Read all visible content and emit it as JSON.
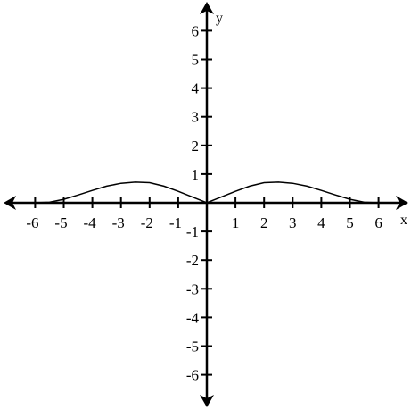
{
  "chart_data": {
    "type": "line",
    "title": "",
    "xlabel": "x",
    "ylabel": "y",
    "xlim": [
      -6.5,
      6.5
    ],
    "ylim": [
      -6.5,
      6.5
    ],
    "x_ticks": [
      -6,
      -5,
      -4,
      -3,
      -2,
      -1,
      1,
      2,
      3,
      4,
      5,
      6
    ],
    "y_ticks": [
      -6,
      -5,
      -4,
      -3,
      -2,
      -1,
      1,
      2,
      3,
      4,
      5,
      6
    ],
    "x_tick_labels": [
      "-6",
      "-5",
      "-4",
      "-3",
      "-2",
      "-1",
      "1",
      "2",
      "3",
      "4",
      "5",
      "6"
    ],
    "y_tick_labels": [
      "-6",
      "-5",
      "-4",
      "-3",
      "-2",
      "-1",
      "1",
      "2",
      "3",
      "4",
      "5",
      "6"
    ],
    "grid": false,
    "series": [
      {
        "x": [
          -6.0,
          -5.5,
          -5.0,
          -4.5,
          -4.0,
          -3.5,
          -3.0,
          -2.5,
          -2.0,
          -1.5,
          -1.0,
          -0.5,
          0,
          0.5,
          1.0,
          1.5,
          2.0,
          2.5,
          3.0,
          3.5,
          4.0,
          4.5,
          5.0,
          5.5,
          6.0
        ],
        "y": [
          0.0,
          0.02,
          0.12,
          0.27,
          0.43,
          0.58,
          0.68,
          0.72,
          0.7,
          0.58,
          0.4,
          0.2,
          0.0,
          0.2,
          0.4,
          0.58,
          0.7,
          0.72,
          0.68,
          0.58,
          0.43,
          0.27,
          0.12,
          0.02,
          0.0
        ]
      }
    ]
  }
}
